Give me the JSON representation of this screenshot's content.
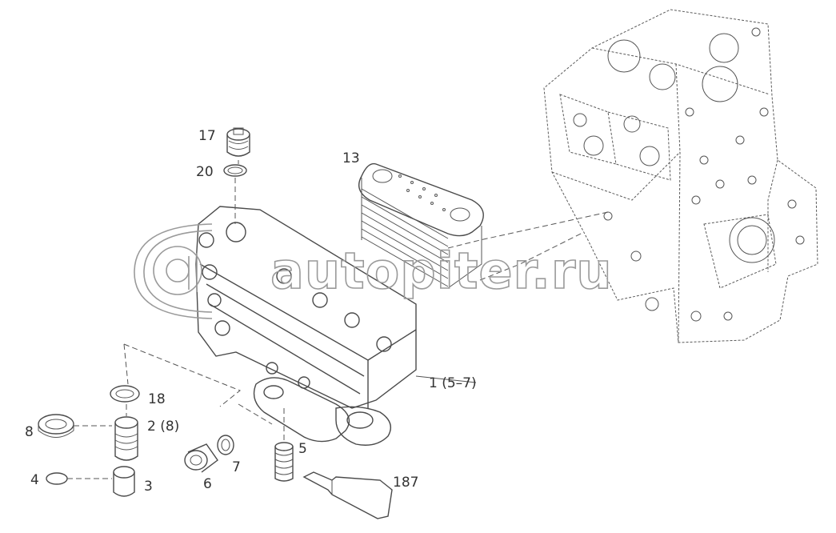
{
  "watermark": {
    "text": "autopiter.ru"
  },
  "callouts": {
    "c17": "17",
    "c20": "20",
    "c13": "13",
    "c1": "1 (5–7)",
    "c18": "18",
    "c8": "8",
    "c2": "2 (8)",
    "c4": "4",
    "c3": "3",
    "c6": "6",
    "c7": "7",
    "c5": "5",
    "c187": "187"
  }
}
